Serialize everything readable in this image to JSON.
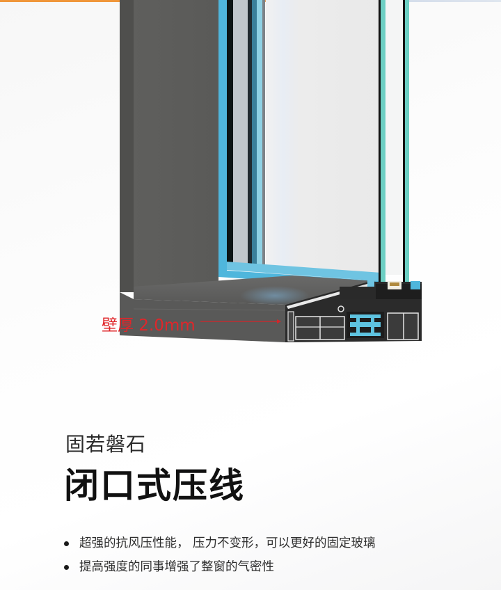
{
  "illustration": {
    "caption": "壁厚 2.0mm",
    "colors": {
      "frame": "#5e5e5c",
      "frame_dark": "#4f4f4d",
      "blue_trim": "#4fb6dc",
      "glass_edge": "#6ccfc3",
      "caption_red": "#e0262a",
      "top_accent": "#f0963a"
    }
  },
  "content": {
    "subtitle": "固若磐石",
    "title": "闭口式压线",
    "bullets": [
      "超强的抗风压性能， 压力不变形，可以更好的固定玻璃",
      "提高强度的同事增强了整窗的气密性"
    ]
  }
}
